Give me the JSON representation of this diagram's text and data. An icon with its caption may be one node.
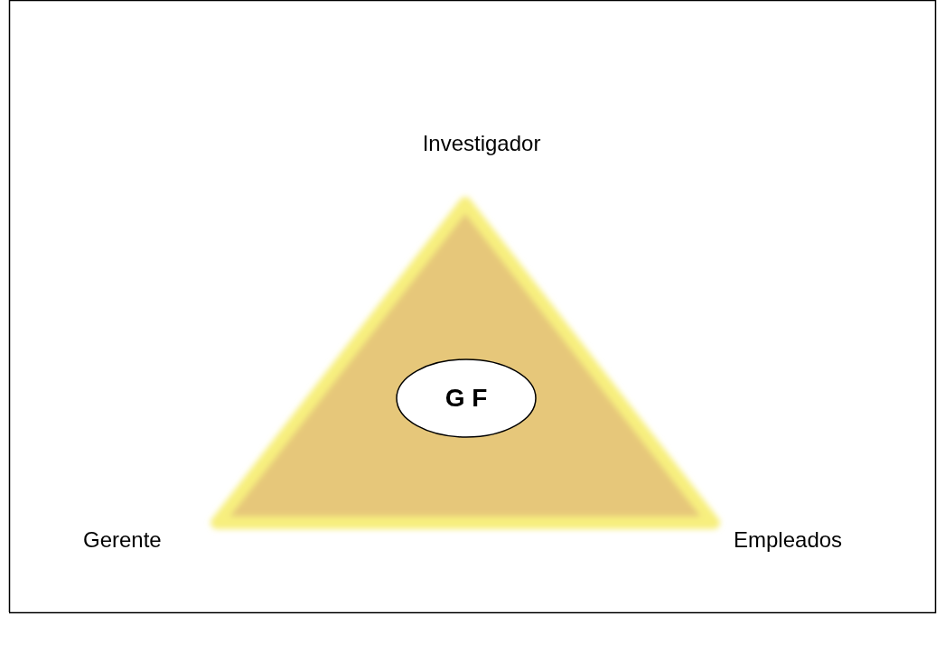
{
  "diagram": {
    "nodes": [
      {
        "text": [],
        "shape": "triangle"
      },
      {
        "text": [
          "G F"
        ],
        "in": 0
      }
    ],
    "labels": [
      "Investigador",
      "Gerente",
      "Empleados"
    ]
  }
}
